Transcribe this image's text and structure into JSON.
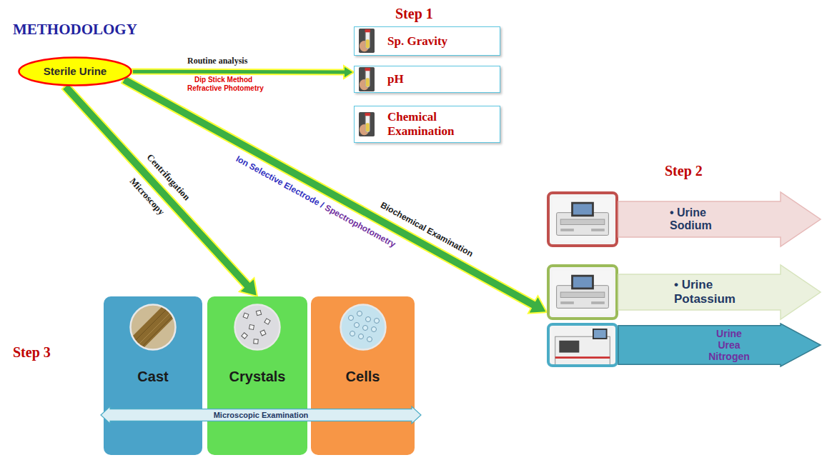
{
  "diagram": {
    "title": "METHODOLOGY",
    "nodes": [
      {
        "text": [
          "Sterile Urine"
        ]
      },
      {
        "text": [
          "Sp. Gravity"
        ]
      },
      {
        "text": [
          "pH"
        ]
      },
      {
        "text": [
          "Chemical Examination"
        ]
      },
      {
        "text": [
          "• Urine Sodium"
        ]
      },
      {
        "text": [
          "• Urine Potassium"
        ]
      },
      {
        "text": [
          "Urine Urea Nitrogen"
        ]
      },
      {
        "text": [
          "Cast"
        ]
      },
      {
        "text": [
          "Crystals"
        ]
      },
      {
        "text": [
          "Cells"
        ]
      },
      {
        "text": [
          "Microscopic Examination"
        ]
      }
    ],
    "edges": [
      {
        "from": 0,
        "to": 2,
        "arrow": "to",
        "label": "Routine analysis"
      },
      {
        "from": 0,
        "to": 8,
        "arrow": "to",
        "label": "Centrifugation"
      },
      {
        "from": 0,
        "to": 5,
        "arrow": "to",
        "label": "Biochemical Examination"
      }
    ],
    "labels": [
      "Step 1",
      "Step 2",
      "Step 3",
      "Dip Stick Method",
      "Refractive Photometry",
      "Microscopy",
      "Ion Selective Electrode /",
      "Spectrophotometry"
    ]
  }
}
